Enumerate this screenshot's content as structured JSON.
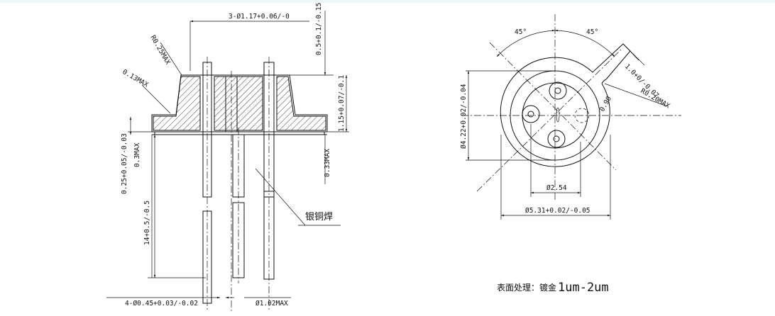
{
  "side_view": {
    "dim_top_pins": "3-Ø1.17+0.06/-0",
    "dim_radius_top": "R0.25MAX",
    "dim_chamfer": "0.13MAX",
    "dim_top_offset": "0.5+0.1/-0.15",
    "dim_body_height": "1.15+0.07/-0.1",
    "dim_flange": "0.25+0.05/-0.03",
    "dim_left_step": "0.3MAX",
    "dim_right_step": "0.33MAX",
    "dim_pin_length": "14+0.5/-0.5",
    "dim_bottom_pins": "4-Ø0.45+0.03/-0.02",
    "dim_ground_pin": "Ø1.02MAX",
    "label_weld": "银铜焊"
  },
  "top_view": {
    "angle_left": "45°",
    "angle_right": "45°",
    "dim_key_width": "1.0+0/-0.07",
    "dim_key_radius": "R0.20MAX",
    "dim_key_depth": "0.90",
    "dim_inner_dia": "Ø4.22+0.02/-0.04",
    "dim_pin_circle": "Ø2.54",
    "dim_outer_dia": "Ø5.31+0.02/-0.05"
  },
  "surface_note": {
    "prefix": "表面处理：镀金",
    "value": "1um-2um"
  }
}
